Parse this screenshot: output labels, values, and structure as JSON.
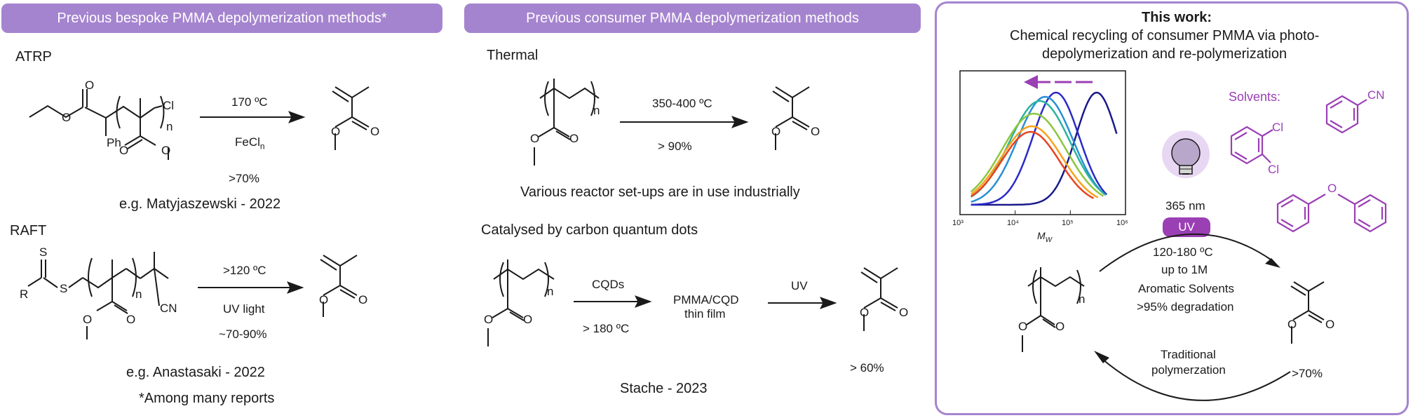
{
  "headers": {
    "bespoke": "Previous bespoke PMMA depolymerization methods*",
    "consumer": "Previous consumer PMMA depolymerization methods"
  },
  "atrp": {
    "label": "ATRP",
    "temp": "170 ºC",
    "catalyst": "FeCln",
    "yield": ">70%",
    "ref": "e.g. Matyjaszewski - 2022"
  },
  "raft": {
    "label": "RAFT",
    "temp": ">120 ºC",
    "condition": "UV light",
    "yield": "~70-90%",
    "ref": "e.g. Anastasaki - 2022",
    "footnote": "*Among many reports"
  },
  "thermal": {
    "label": "Thermal",
    "temp": "350-400 ºC",
    "yield": "> 90%",
    "note": "Various reactor set-ups are in use industrially"
  },
  "cqd": {
    "label": "Catalysed by carbon quantum dots",
    "reagent": "CQDs",
    "temp": "> 180 ºC",
    "intermediate_line1": "PMMA/CQD",
    "intermediate_line2": "thin film",
    "uv": "UV",
    "yield": "> 60%",
    "ref": "Stache - 2023"
  },
  "this_work": {
    "title": "This work:",
    "subtitle_line1": "Chemical recycling of consumer PMMA via photo-",
    "subtitle_line2": "depolymerization and re-polymerization",
    "wavelength": "365 nm",
    "uv_badge": "UV",
    "cond1": "120-180 ºC",
    "cond2": "up to 1M",
    "cond3": "Aromatic Solvents",
    "cond4": ">95% degradation",
    "trad1": "Traditional",
    "trad2": "polymerzation",
    "yield": ">70%",
    "solvents_label": "Solvents:",
    "cl": "Cl",
    "cn": "CN",
    "o": "O"
  },
  "atom_labels": {
    "O": "O",
    "Cl": "Cl",
    "Ph": "Ph",
    "S": "S",
    "R": "R",
    "CN": "CN",
    "n": "n"
  },
  "chart_data": {
    "type": "line",
    "xlabel": "MW",
    "xscale": "log",
    "xlim": [
      1000,
      1000000
    ],
    "xticks": [
      "10³",
      "10⁴",
      "10⁵",
      "10⁶"
    ],
    "arrow_direction": "decreasing MW",
    "series": [
      {
        "color": "#1a1a8c",
        "peak_mw": 300000
      },
      {
        "color": "#2a2ac8",
        "peak_mw": 55000
      },
      {
        "color": "#2a8fd6",
        "peak_mw": 35000
      },
      {
        "color": "#2bb39c",
        "peak_mw": 28000
      },
      {
        "color": "#8cc63f",
        "peak_mw": 22000
      },
      {
        "color": "#f7a21b",
        "peak_mw": 20000
      },
      {
        "color": "#e8431f",
        "peak_mw": 19000
      }
    ]
  },
  "colors": {
    "accent": "#a584cf",
    "purple_structures": "#9b3fb5"
  }
}
